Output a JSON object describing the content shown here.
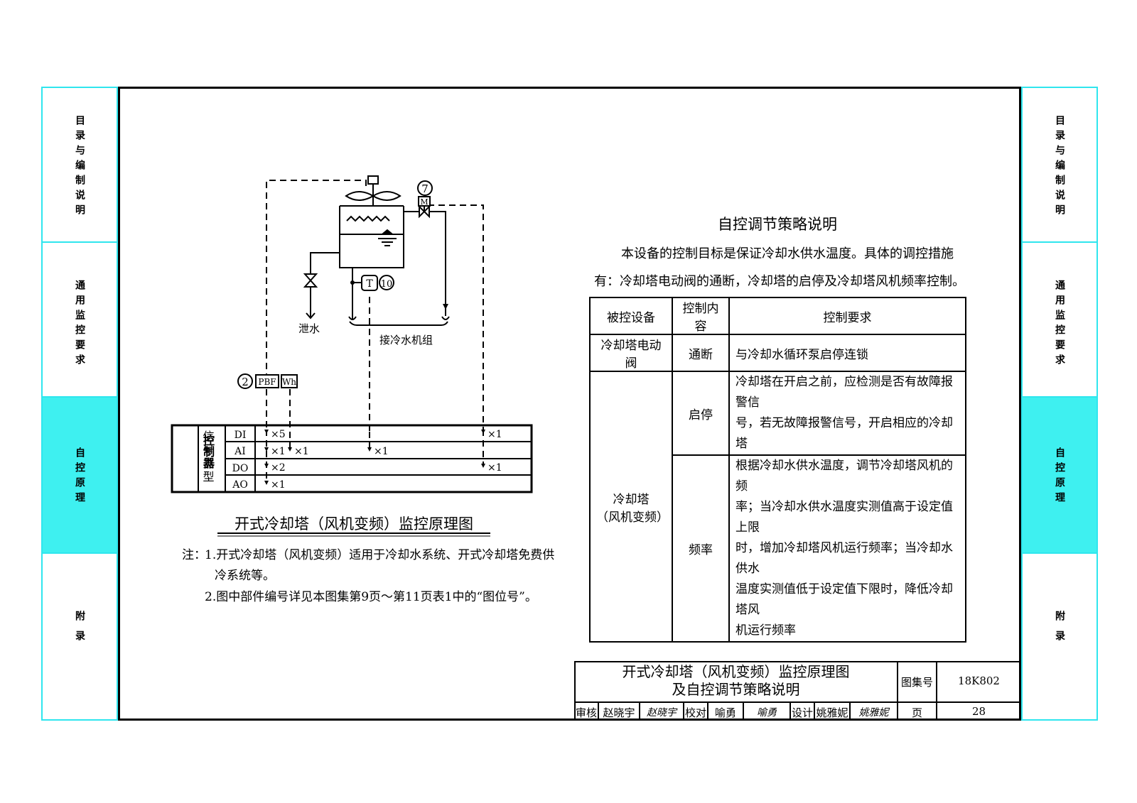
{
  "sidebar": {
    "sections": [
      "目录与编制说明",
      "通用监控要求",
      "自控原理",
      "附录"
    ],
    "active_index": 2,
    "colors": {
      "border": "#2fe6ee",
      "active_fill": "#3ef0f0"
    }
  },
  "diagram": {
    "label_drain": "泄水",
    "label_chiller": "接冷水机组",
    "tag_pbf": "PBF",
    "tag_wh": "Wh",
    "tag_t": "T",
    "tag_m": "M",
    "callout_2": "2",
    "callout_7": "7",
    "callout_10": "10",
    "controller": {
      "label": "控制器",
      "signal_label": "信号类型",
      "rows": [
        "DI",
        "AI",
        "DO",
        "AO"
      ],
      "counts": {
        "di_1": "×5",
        "di_2": "×1",
        "ai_1": "×1",
        "ai_2": "×1",
        "ai_3": "×1",
        "do_1": "×2",
        "do_2": "×1",
        "ao_1": "×1"
      }
    },
    "caption": "开式冷却塔（风机变频）监控原理图"
  },
  "notes": {
    "prefix": "注：",
    "items": [
      "1.开式冷却塔（风机变频）适用于冷却水系统、开式冷却塔免费供",
      "冷系统等。",
      "2.图中部件编号详见本图集第9页～第11页表1中的“图位号”。"
    ]
  },
  "strategy": {
    "title": "自控调节策略说明",
    "intro_1": "本设备的控制目标是保证冷却水供水温度。具体的调控措施",
    "intro_2": "有：冷却塔电动阀的通断，冷却塔的启停及冷却塔风机频率控制。",
    "table": {
      "headers": [
        "被控设备",
        "控制内容",
        "控制要求"
      ],
      "row1": {
        "device": "冷却塔电动阀",
        "content": "通断",
        "req": "与冷却水循环泵启停连锁"
      },
      "device2_line1": "冷却塔",
      "device2_line2": "（风机变频）",
      "row2": {
        "content": "启停",
        "req_1": "冷却塔在开启之前，应检测是否有故障报警信",
        "req_2": "号，若无故障报警信号，开启相应的冷却塔"
      },
      "row3": {
        "content": "频率",
        "req_1": "根据冷却水供水温度，调节冷却塔风机的频",
        "req_2": "率；当冷却水供水温度实测值高于设定值上限",
        "req_3": "时，增加冷却塔风机运行频率；当冷却水供水",
        "req_4": "温度实测值低于设定值下限时，降低冷却塔风",
        "req_5": "机运行频率"
      }
    }
  },
  "title_block": {
    "title_1": "开式冷却塔（风机变频）监控原理图",
    "title_2": "及自控调节策略说明",
    "atlas_label": "图集号",
    "atlas_no": "18K802",
    "review_label": "审核",
    "review_name": "赵晓宇",
    "check_label": "校对",
    "check_name": "喻勇",
    "design_label": "设计",
    "design_name": "姚雅妮",
    "page_label": "页",
    "page_no": "28",
    "signature_1": "赵晓宇",
    "signature_2": "喻勇",
    "signature_3": "姚雅妮"
  }
}
